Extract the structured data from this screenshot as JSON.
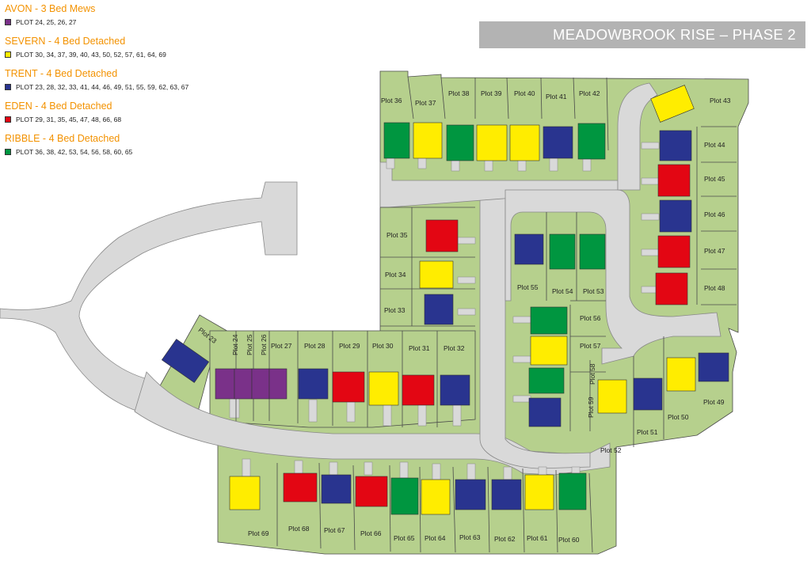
{
  "title": "MEADOWBROOK RISE – PHASE 2",
  "colors": {
    "grass": "#b6d08d",
    "grass_stroke": "#4a4a4a",
    "road": "#d9d9d9",
    "road_edge": "#888888",
    "title_bar": "#b3b3b3",
    "legend_title": "#f39200"
  },
  "house_types": [
    {
      "key": "avon",
      "title": "AVON - 3 Bed Mews",
      "plots": "PLOT 24, 25, 26, 27",
      "color": "#7a3189"
    },
    {
      "key": "severn",
      "title": "SEVERN - 4 Bed Detached",
      "plots": "PLOT 30, 34, 37, 39, 40, 43, 50, 52, 57, 61, 64, 69",
      "color": "#ffed00"
    },
    {
      "key": "trent",
      "title": "TRENT - 4 Bed Detached",
      "plots": "PLOT 23, 28, 32, 33, 41, 44, 46, 49, 51, 55, 59, 62, 63, 67",
      "color": "#29348f"
    },
    {
      "key": "eden",
      "title": "EDEN - 4 Bed Detached",
      "plots": "PLOT 29, 31, 35, 45, 47, 48, 66, 68",
      "color": "#e30613"
    },
    {
      "key": "ribble",
      "title": "RIBBLE - 4 Bed Detached",
      "plots": "PLOT 36, 38, 42, 53, 54, 56, 58, 60, 65",
      "color": "#009640"
    }
  ],
  "plots": [
    {
      "num": "23",
      "label": "Plot 23",
      "type": "trent"
    },
    {
      "num": "24",
      "label": "Plot 24",
      "type": "avon"
    },
    {
      "num": "25",
      "label": "Plot 25",
      "type": "avon"
    },
    {
      "num": "26",
      "label": "Plot 26",
      "type": "avon"
    },
    {
      "num": "27",
      "label": "Plot 27",
      "type": "avon"
    },
    {
      "num": "28",
      "label": "Plot 28",
      "type": "trent"
    },
    {
      "num": "29",
      "label": "Plot 29",
      "type": "eden"
    },
    {
      "num": "30",
      "label": "Plot 30",
      "type": "severn"
    },
    {
      "num": "31",
      "label": "Plot 31",
      "type": "eden"
    },
    {
      "num": "32",
      "label": "Plot 32",
      "type": "trent"
    },
    {
      "num": "33",
      "label": "Plot 33",
      "type": "trent"
    },
    {
      "num": "34",
      "label": "Plot 34",
      "type": "severn"
    },
    {
      "num": "35",
      "label": "Plot 35",
      "type": "eden"
    },
    {
      "num": "36",
      "label": "Plot 36",
      "type": "ribble"
    },
    {
      "num": "37",
      "label": "Plot 37",
      "type": "severn"
    },
    {
      "num": "38",
      "label": "Plot 38",
      "type": "ribble"
    },
    {
      "num": "39",
      "label": "Plot 39",
      "type": "severn"
    },
    {
      "num": "40",
      "label": "Plot 40",
      "type": "severn"
    },
    {
      "num": "41",
      "label": "Plot 41",
      "type": "trent"
    },
    {
      "num": "42",
      "label": "Plot 42",
      "type": "ribble"
    },
    {
      "num": "43",
      "label": "Plot 43",
      "type": "severn"
    },
    {
      "num": "44",
      "label": "Plot 44",
      "type": "trent"
    },
    {
      "num": "45",
      "label": "Plot 45",
      "type": "eden"
    },
    {
      "num": "46",
      "label": "Plot 46",
      "type": "trent"
    },
    {
      "num": "47",
      "label": "Plot 47",
      "type": "eden"
    },
    {
      "num": "48",
      "label": "Plot 48",
      "type": "eden"
    },
    {
      "num": "49",
      "label": "Plot 49",
      "type": "trent"
    },
    {
      "num": "50",
      "label": "Plot 50",
      "type": "severn"
    },
    {
      "num": "51",
      "label": "Plot 51",
      "type": "trent"
    },
    {
      "num": "52",
      "label": "Plot 52",
      "type": "severn"
    },
    {
      "num": "53",
      "label": "Plot 53",
      "type": "ribble"
    },
    {
      "num": "54",
      "label": "Plot 54",
      "type": "ribble"
    },
    {
      "num": "55",
      "label": "Plot 55",
      "type": "trent"
    },
    {
      "num": "56",
      "label": "Plot 56",
      "type": "ribble"
    },
    {
      "num": "57",
      "label": "Plot 57",
      "type": "severn"
    },
    {
      "num": "58",
      "label": "Plot 58",
      "type": "ribble"
    },
    {
      "num": "59",
      "label": "Plot 59",
      "type": "trent"
    },
    {
      "num": "60",
      "label": "Plot 60",
      "type": "ribble"
    },
    {
      "num": "61",
      "label": "Plot 61",
      "type": "severn"
    },
    {
      "num": "62",
      "label": "Plot 62",
      "type": "trent"
    },
    {
      "num": "63",
      "label": "Plot 63",
      "type": "trent"
    },
    {
      "num": "64",
      "label": "Plot 64",
      "type": "severn"
    },
    {
      "num": "65",
      "label": "Plot 65",
      "type": "ribble"
    },
    {
      "num": "66",
      "label": "Plot 66",
      "type": "eden"
    },
    {
      "num": "67",
      "label": "Plot 67",
      "type": "trent"
    },
    {
      "num": "68",
      "label": "Plot 68",
      "type": "eden"
    },
    {
      "num": "69",
      "label": "Plot 69",
      "type": "severn"
    }
  ]
}
